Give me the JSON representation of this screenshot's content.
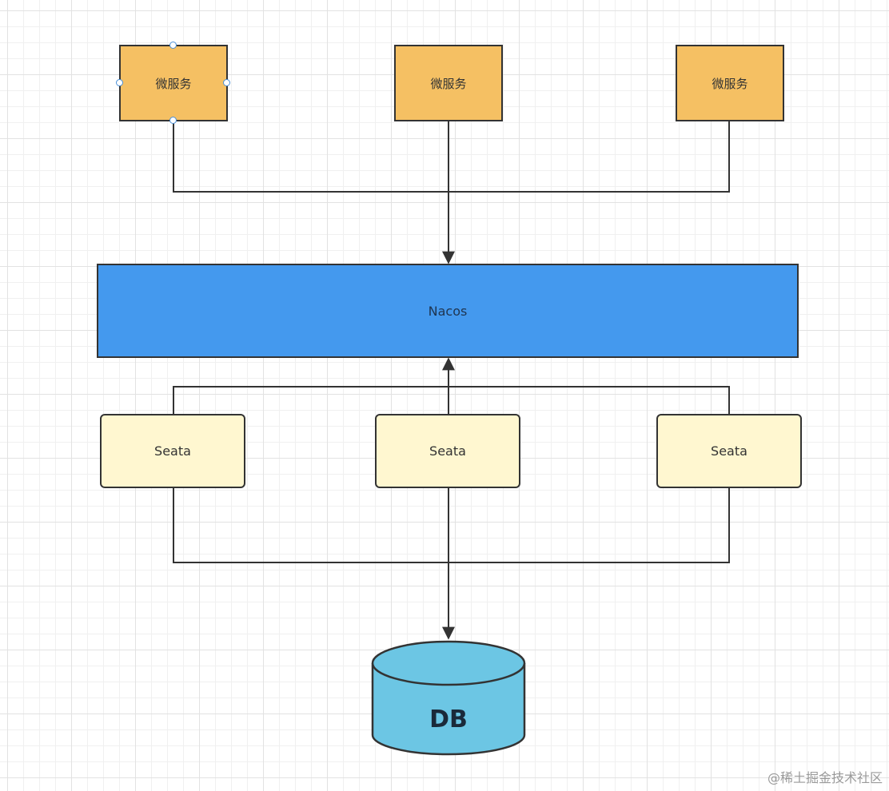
{
  "diagram": {
    "microservices": [
      {
        "label": "微服务",
        "fill": "#f5c063"
      },
      {
        "label": "微服务",
        "fill": "#f5c063"
      },
      {
        "label": "微服务",
        "fill": "#f5c063"
      }
    ],
    "registry": {
      "label": "Nacos",
      "fill": "#4499ee"
    },
    "seata_nodes": [
      {
        "label": "Seata",
        "fill": "#fff7d0"
      },
      {
        "label": "Seata",
        "fill": "#fff7d0"
      },
      {
        "label": "Seata",
        "fill": "#fff7d0"
      }
    ],
    "database": {
      "label": "DB",
      "fill": "#6cc6e4"
    },
    "line_color": "#333333",
    "watermark": "@稀土掘金技术社区"
  }
}
